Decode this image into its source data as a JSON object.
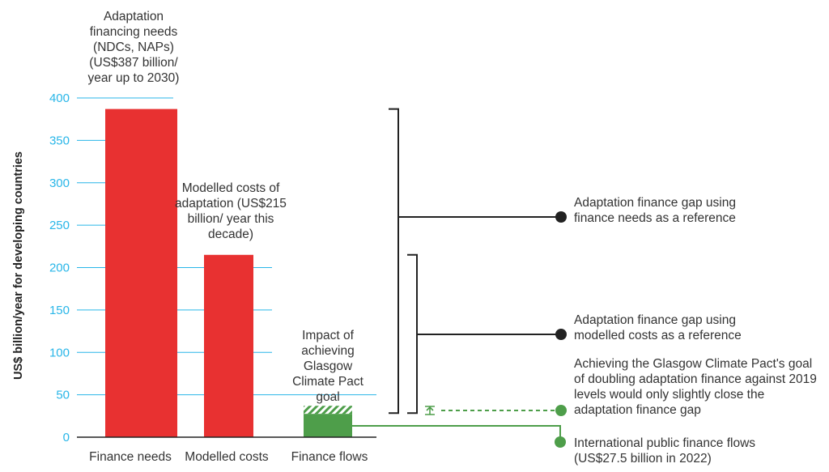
{
  "chart_data": {
    "type": "bar",
    "ylabel": "US$ billion/year for developing countries",
    "ylim": [
      0,
      400
    ],
    "yticks": [
      0,
      50,
      100,
      150,
      200,
      250,
      300,
      350,
      400
    ],
    "grid": true,
    "categories": [
      "Finance needs",
      "Modelled costs",
      "Finance flows"
    ],
    "values": [
      387,
      215,
      27.5
    ],
    "glasgow_goal_value": 37,
    "bar_annotations": [
      "Adaptation financing needs (NDCs, NAPs) (US$387 billion/ year up to 2030)",
      "Modelled costs of adaptation (US$215 billion/ year this decade)",
      "Impact of achieving Glasgow Climate Pact goal"
    ],
    "callouts": [
      "Adaptation finance gap using finance needs as a reference",
      "Adaptation finance gap using modelled costs as a reference",
      "Achieving the Glasgow Climate Pact's goal of doubling adaptation finance against 2019 levels would only slightly close the adaptation finance gap",
      "International public finance flows (US$27.5 billion in 2022)"
    ],
    "colors": {
      "bar": "#e83131",
      "flows": "#4e9e4a",
      "grid": "#29b6e8",
      "text": "#333333"
    }
  }
}
